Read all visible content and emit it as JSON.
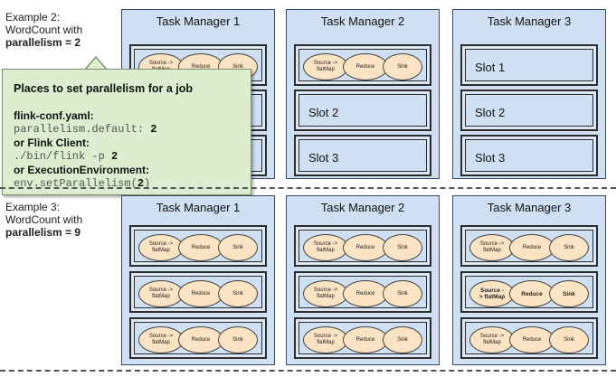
{
  "example2": {
    "line1": "Example 2:",
    "line2": "WordCount with",
    "line3": "parallelism = 2"
  },
  "example3": {
    "line1": "Example 3:",
    "line2": "WordCount with",
    "line3": "parallelism = 9"
  },
  "task_managers": {
    "tm1": "Task Manager 1",
    "tm2": "Task Manager 2",
    "tm3": "Task Manager 3"
  },
  "slots": {
    "slot1": "Slot 1",
    "slot2": "Slot 2",
    "slot3": "Slot 3"
  },
  "operators": {
    "source_line1": "Source ->",
    "source_line2": "flatMap",
    "source_bold_line1": "Source -",
    "source_bold_line2": "> flatMap",
    "reduce": "Reduce",
    "sink": "Sink"
  },
  "callout": {
    "title": "Places to set parallelism for a job",
    "conf_label": "flink-conf.yaml:",
    "conf_key": "parallelism.default:",
    "conf_val": "2",
    "client_label": "or Flink Client:",
    "client_cmd": "./bin/flink -p",
    "client_val": "2",
    "env_label": "or ExecutionEnvironment:",
    "env_call": "env.setParallelism(",
    "env_val": "2",
    "env_close": ")"
  }
}
